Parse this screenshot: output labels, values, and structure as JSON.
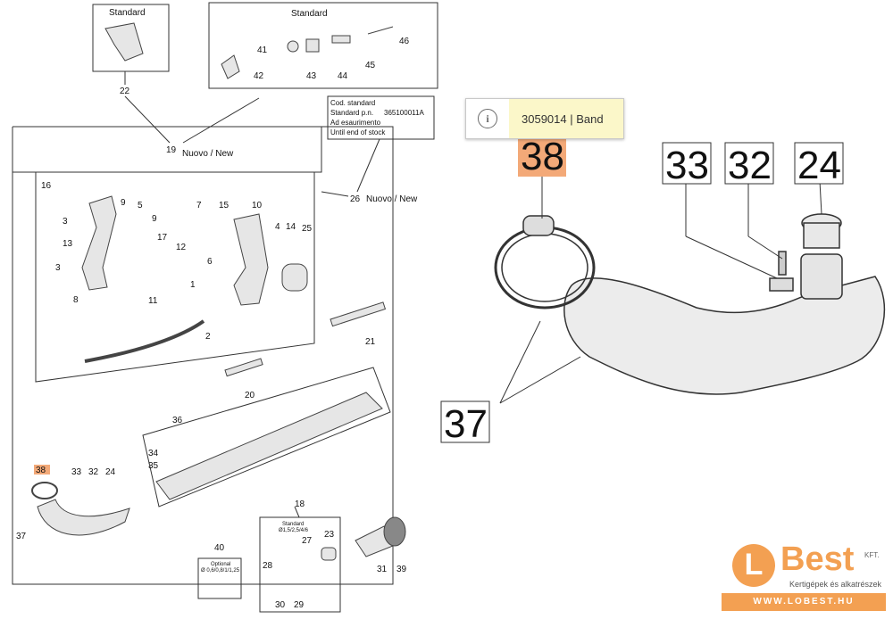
{
  "diagram": {
    "standard_label_1": "Standard",
    "standard_label_2": "Standard",
    "nuovo_new_19": "Nuovo / New",
    "nuovo_new_26": "Nuovo / New",
    "note_table": {
      "row1_label": "Cod. standard",
      "row2_label": "Standard p.n.",
      "row2_value": "365100011A",
      "row3_label": "Ad esaurimento",
      "row4_label": "Until end of stock"
    },
    "box18_title": "Standard",
    "box18_sub": "Ø1,5/2,5/4/6",
    "box40_title": "Optional",
    "box40_sub": "Ø 0,6/0,8/1/1,25",
    "highlight_color": "#f3a978",
    "part_numbers": {
      "p1": "1",
      "p2": "2",
      "p3a": "3",
      "p3b": "3",
      "p4": "4",
      "p5": "5",
      "p6": "6",
      "p7": "7",
      "p8": "8",
      "p9a": "9",
      "p9b": "9",
      "p10": "10",
      "p11": "11",
      "p12": "12",
      "p13": "13",
      "p14": "14",
      "p15": "15",
      "p16": "16",
      "p17": "17",
      "p18": "18",
      "p19": "19",
      "p20": "20",
      "p21": "21",
      "p22": "22",
      "p23": "23",
      "p24": "24",
      "p25": "25",
      "p26": "26",
      "p27": "27",
      "p28": "28",
      "p29": "29",
      "p30": "30",
      "p31": "31",
      "p32": "32",
      "p33": "33",
      "p34": "34",
      "p35": "35",
      "p36": "36",
      "p37": "37",
      "p38": "38",
      "p39": "39",
      "p40": "40",
      "p41": "41",
      "p42": "42",
      "p43": "43",
      "p44": "44",
      "p45": "45",
      "p46": "46"
    },
    "zoom_labels": {
      "z38": "38",
      "z33": "33",
      "z32": "32",
      "z24": "24",
      "z37": "37"
    }
  },
  "tooltip": {
    "icon": "info-icon",
    "text": "3059014 | Band"
  },
  "logo": {
    "letter": "L",
    "name": "Best",
    "suffix": "KFT.",
    "tagline": "Kertigépek és alkatrészek",
    "url": "WWW.LOBEST.HU",
    "brand_color": "#f3a052"
  }
}
